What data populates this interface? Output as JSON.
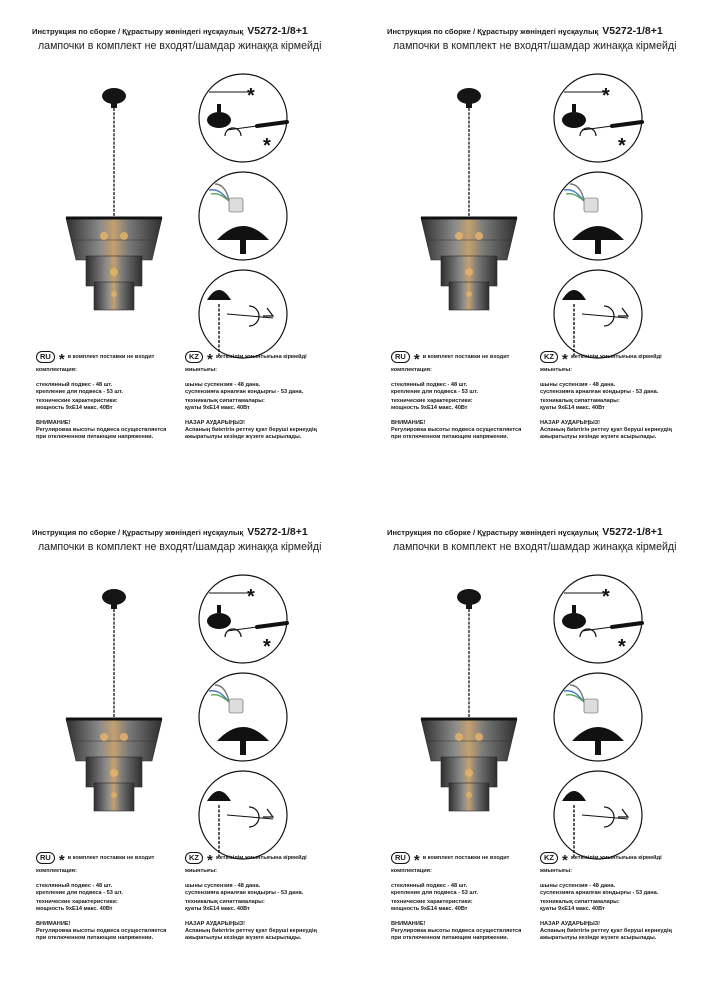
{
  "title": "Инструкция по сборке / Құрастыру жөніндегі нұсқаулық",
  "model": "V5272-1/8+1",
  "subtitle": "лампочки в комплект не входят/шамдар жинаққа кірмейді",
  "ru": {
    "badge": "RU",
    "star": "*",
    "not_included": "в комплект поставки не входит",
    "set_heading": "комплектация:",
    "set_items": [
      "стеклянный подвес - 48 шт.",
      "крепление для подвеса - 53 шт."
    ],
    "spec_heading": "технические характеристики:",
    "spec_items": [
      "мощность 9хE14 макс. 40Вт"
    ],
    "warn_heading": "ВНИМАНИЕ!",
    "warn_lines": [
      "Регулировка высоты подвеса осуществляется",
      "при отключенном питающем напряжении."
    ]
  },
  "kz": {
    "badge": "KZ",
    "star": "*",
    "not_included": "жеткізілім жиынтығына кірмейді",
    "set_heading": "жиынтығы:",
    "set_items": [
      "шыны суспензия - 48 дана.",
      "суспензияға арналған кондырғы - 53 дана."
    ],
    "spec_heading": "техникалық сипаттамалары:",
    "spec_items": [
      "қуаты 9хE14 макс. 40Вт"
    ],
    "warn_heading": "НАЗАР АУДАРЫҢЫЗ!",
    "warn_lines": [
      "Аспаның биіктігін реттеу қуат беруші кернеудің",
      "ажыратылуы кезінде жүзеге асырылады."
    ]
  },
  "icons": [
    "chandelier-illustration",
    "step-ceiling-mount-icon",
    "step-wire-connection-icon",
    "step-chain-height-icon"
  ],
  "colors": {
    "ink": "#1a1a1a",
    "glass": "#6e6e6e",
    "glass_dark": "#3a3a3a",
    "glow": "#e8b56a",
    "wire_blue": "#4a7cc4",
    "wire_green": "#5aa55a"
  }
}
